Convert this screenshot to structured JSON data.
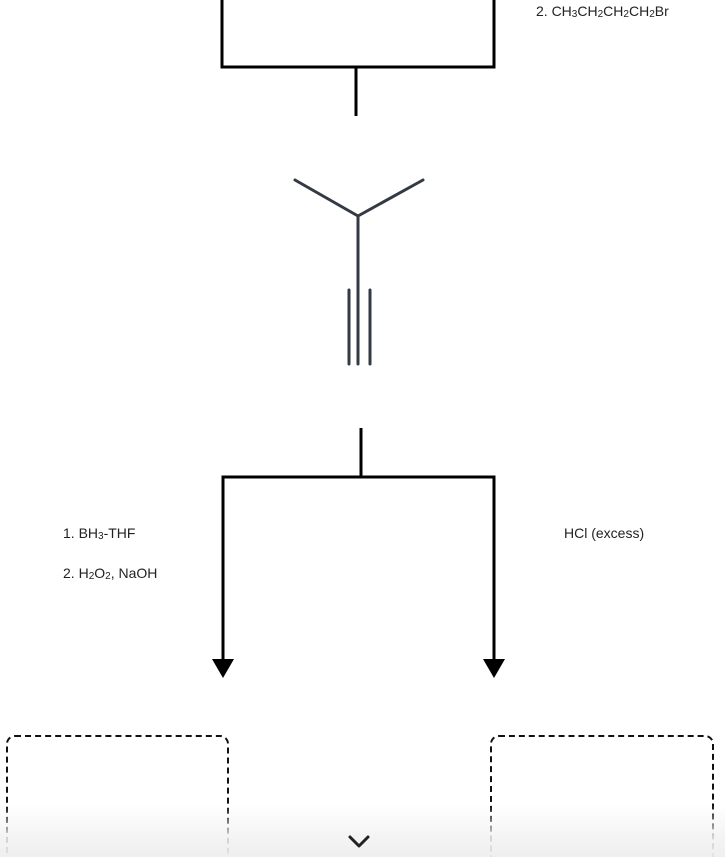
{
  "reagents": {
    "top_right_step2": "2. CH3CH2CH2CH2Br",
    "left_step1": "1. BH3-THF",
    "left_step2": "2. H2O2, NaOH",
    "right": "HCl (excess)"
  },
  "icons": {
    "scroll_down": "chevron-down-icon"
  },
  "colors": {
    "arrow": "#000000",
    "molecule": "#333a44",
    "dashed_box": "#111111"
  }
}
